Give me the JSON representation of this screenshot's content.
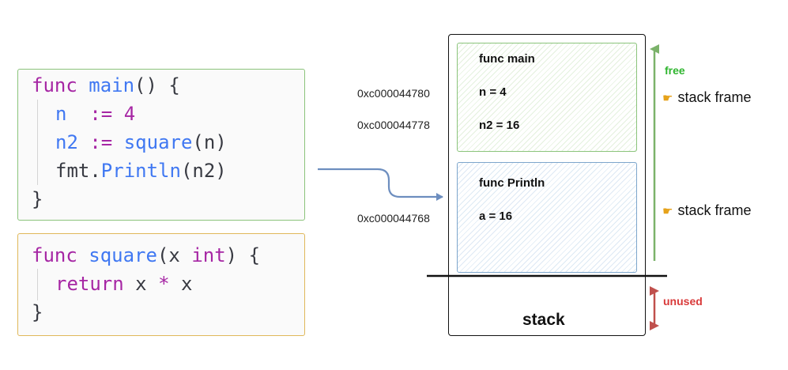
{
  "code_main": {
    "lines": [
      [
        [
          "kw",
          "func "
        ],
        [
          "fn",
          "main"
        ],
        [
          "plain",
          "() {"
        ]
      ],
      [
        [
          "id",
          "n"
        ],
        [
          "plain",
          "  "
        ],
        [
          "op",
          ":="
        ],
        [
          "plain",
          " "
        ],
        [
          "num",
          "4"
        ]
      ],
      [
        [
          "id",
          "n2"
        ],
        [
          "plain",
          " "
        ],
        [
          "op",
          ":="
        ],
        [
          "plain",
          " "
        ],
        [
          "fn",
          "square"
        ],
        [
          "plain",
          "(n)"
        ]
      ],
      [
        [
          "plain",
          "fmt."
        ],
        [
          "fn",
          "Println"
        ],
        [
          "plain",
          "(n2)"
        ]
      ],
      [
        [
          "plain",
          "}"
        ]
      ]
    ]
  },
  "code_square": {
    "lines": [
      [
        [
          "kw",
          "func "
        ],
        [
          "fn",
          "square"
        ],
        [
          "plain",
          "(x "
        ],
        [
          "tp",
          "int"
        ],
        [
          "plain",
          ") {"
        ]
      ],
      [
        [
          "kw",
          "return"
        ],
        [
          "plain",
          " x "
        ],
        [
          "op",
          "*"
        ],
        [
          "plain",
          " x"
        ]
      ],
      [
        [
          "plain",
          "}"
        ]
      ]
    ]
  },
  "frames": {
    "main": {
      "title": "func main",
      "vars": [
        "n = 4",
        "n2 = 16"
      ]
    },
    "println": {
      "title": "func Println",
      "vars": [
        "a = 16"
      ]
    }
  },
  "addresses": [
    "0xc000044780",
    "0xc000044778",
    "0xc000044768"
  ],
  "stack_label": "stack",
  "free_label": "free",
  "unused_label": "unused",
  "stack_frame_label": "stack frame",
  "colors": {
    "green": "#8bc47b",
    "blue": "#6d8ebf",
    "red": "#c0504d",
    "free_text": "#2fb52f",
    "unused_text": "#d93a3a",
    "hand": "#e6a21a"
  }
}
